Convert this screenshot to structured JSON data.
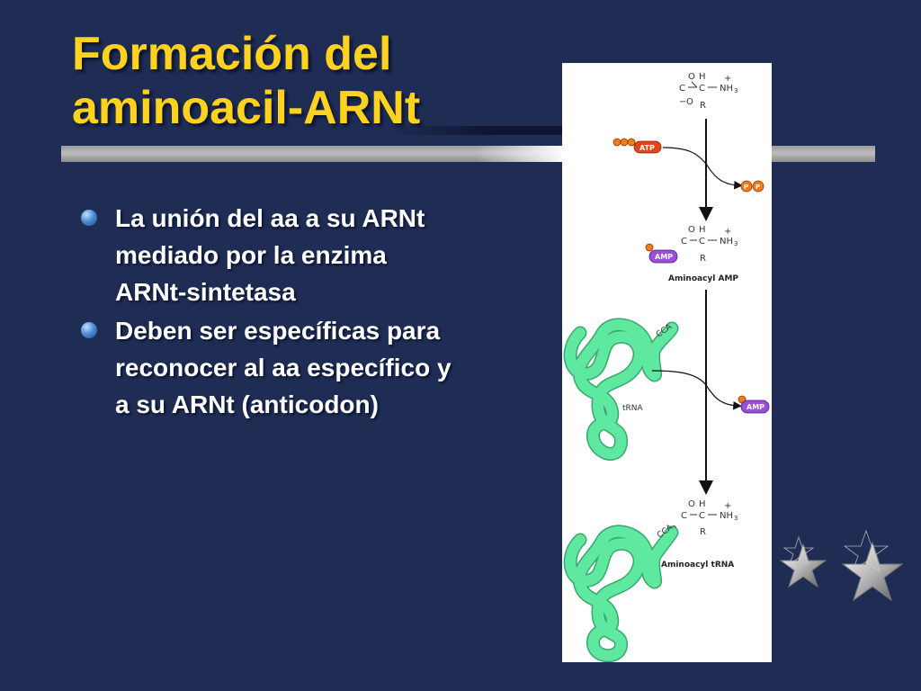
{
  "slide": {
    "title_lines": [
      "Formación del",
      "aminoacil-ARNt"
    ],
    "bullets": [
      "La unión del aa a su ARNt mediado por la enzima ARNt-sintetasa",
      "Deben ser específicas para reconocer al aa específico y a su ARNt (anticodon)"
    ]
  },
  "figure": {
    "atp_label": "ATP",
    "pp_label_1": "P",
    "pp_label_2": "P",
    "amp_label": "AMP",
    "amp_released_label": "AMP",
    "aminoacyl_amp_label": "Aminoacyl AMP",
    "trna_label": "tRNA",
    "cca_label": "CCA",
    "cca_label_2": "CCA",
    "aminoacyl_trna_label": "Aminoacyl tRNA",
    "chem_O": "O",
    "chem_C": "C",
    "chem_H": "H",
    "chem_NH3": "NH",
    "chem_3": "3",
    "chem_R": "R",
    "chem_plus": "+",
    "chem_minus": "−"
  },
  "colors": {
    "background": "#1f2d55",
    "title": "#ffd21f",
    "text": "#ffffff",
    "trna": "#5ee8a0",
    "atp": "#e2451c",
    "amp": "#9b4fd8",
    "phosphate": "#f07a1c"
  },
  "icons": [
    "bullet-dot",
    "star-icon",
    "arrow-icon"
  ]
}
